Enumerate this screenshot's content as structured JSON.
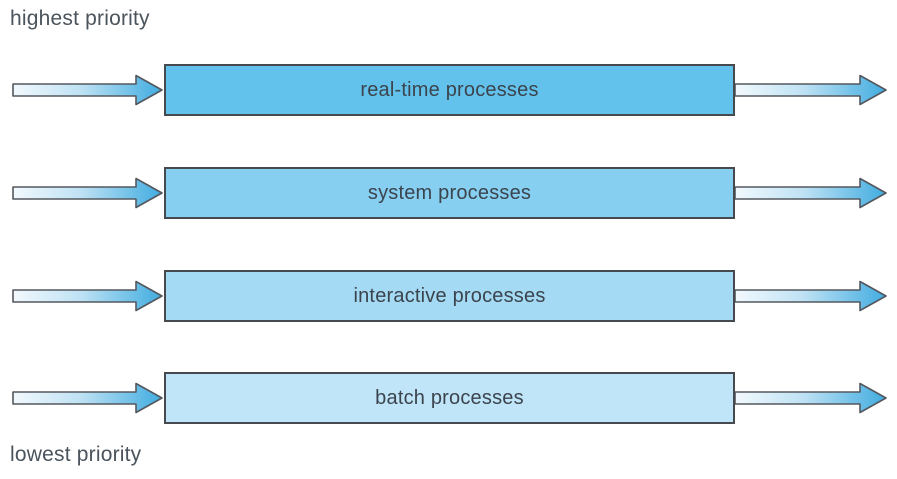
{
  "diagram": {
    "type": "multilevel-queue-scheduling",
    "labels": {
      "top": "highest priority",
      "bottom": "lowest priority"
    },
    "queues": [
      {
        "label": "real-time processes",
        "fill": "#63c2eb"
      },
      {
        "label": "system processes",
        "fill": "#86cff1"
      },
      {
        "label": "interactive processes",
        "fill": "#a4daf4"
      },
      {
        "label": "batch processes",
        "fill": "#c0e5f8"
      }
    ],
    "colors": {
      "box_border": "#46494e",
      "queue_text": "#3b444d",
      "priority_label_text": "#4b545c",
      "arrow_gradient_start": "#f2f9fd",
      "arrow_gradient_mid": "#bfe2f4",
      "arrow_gradient_end": "#41ace0",
      "arrow_outline": "#54585e"
    }
  }
}
